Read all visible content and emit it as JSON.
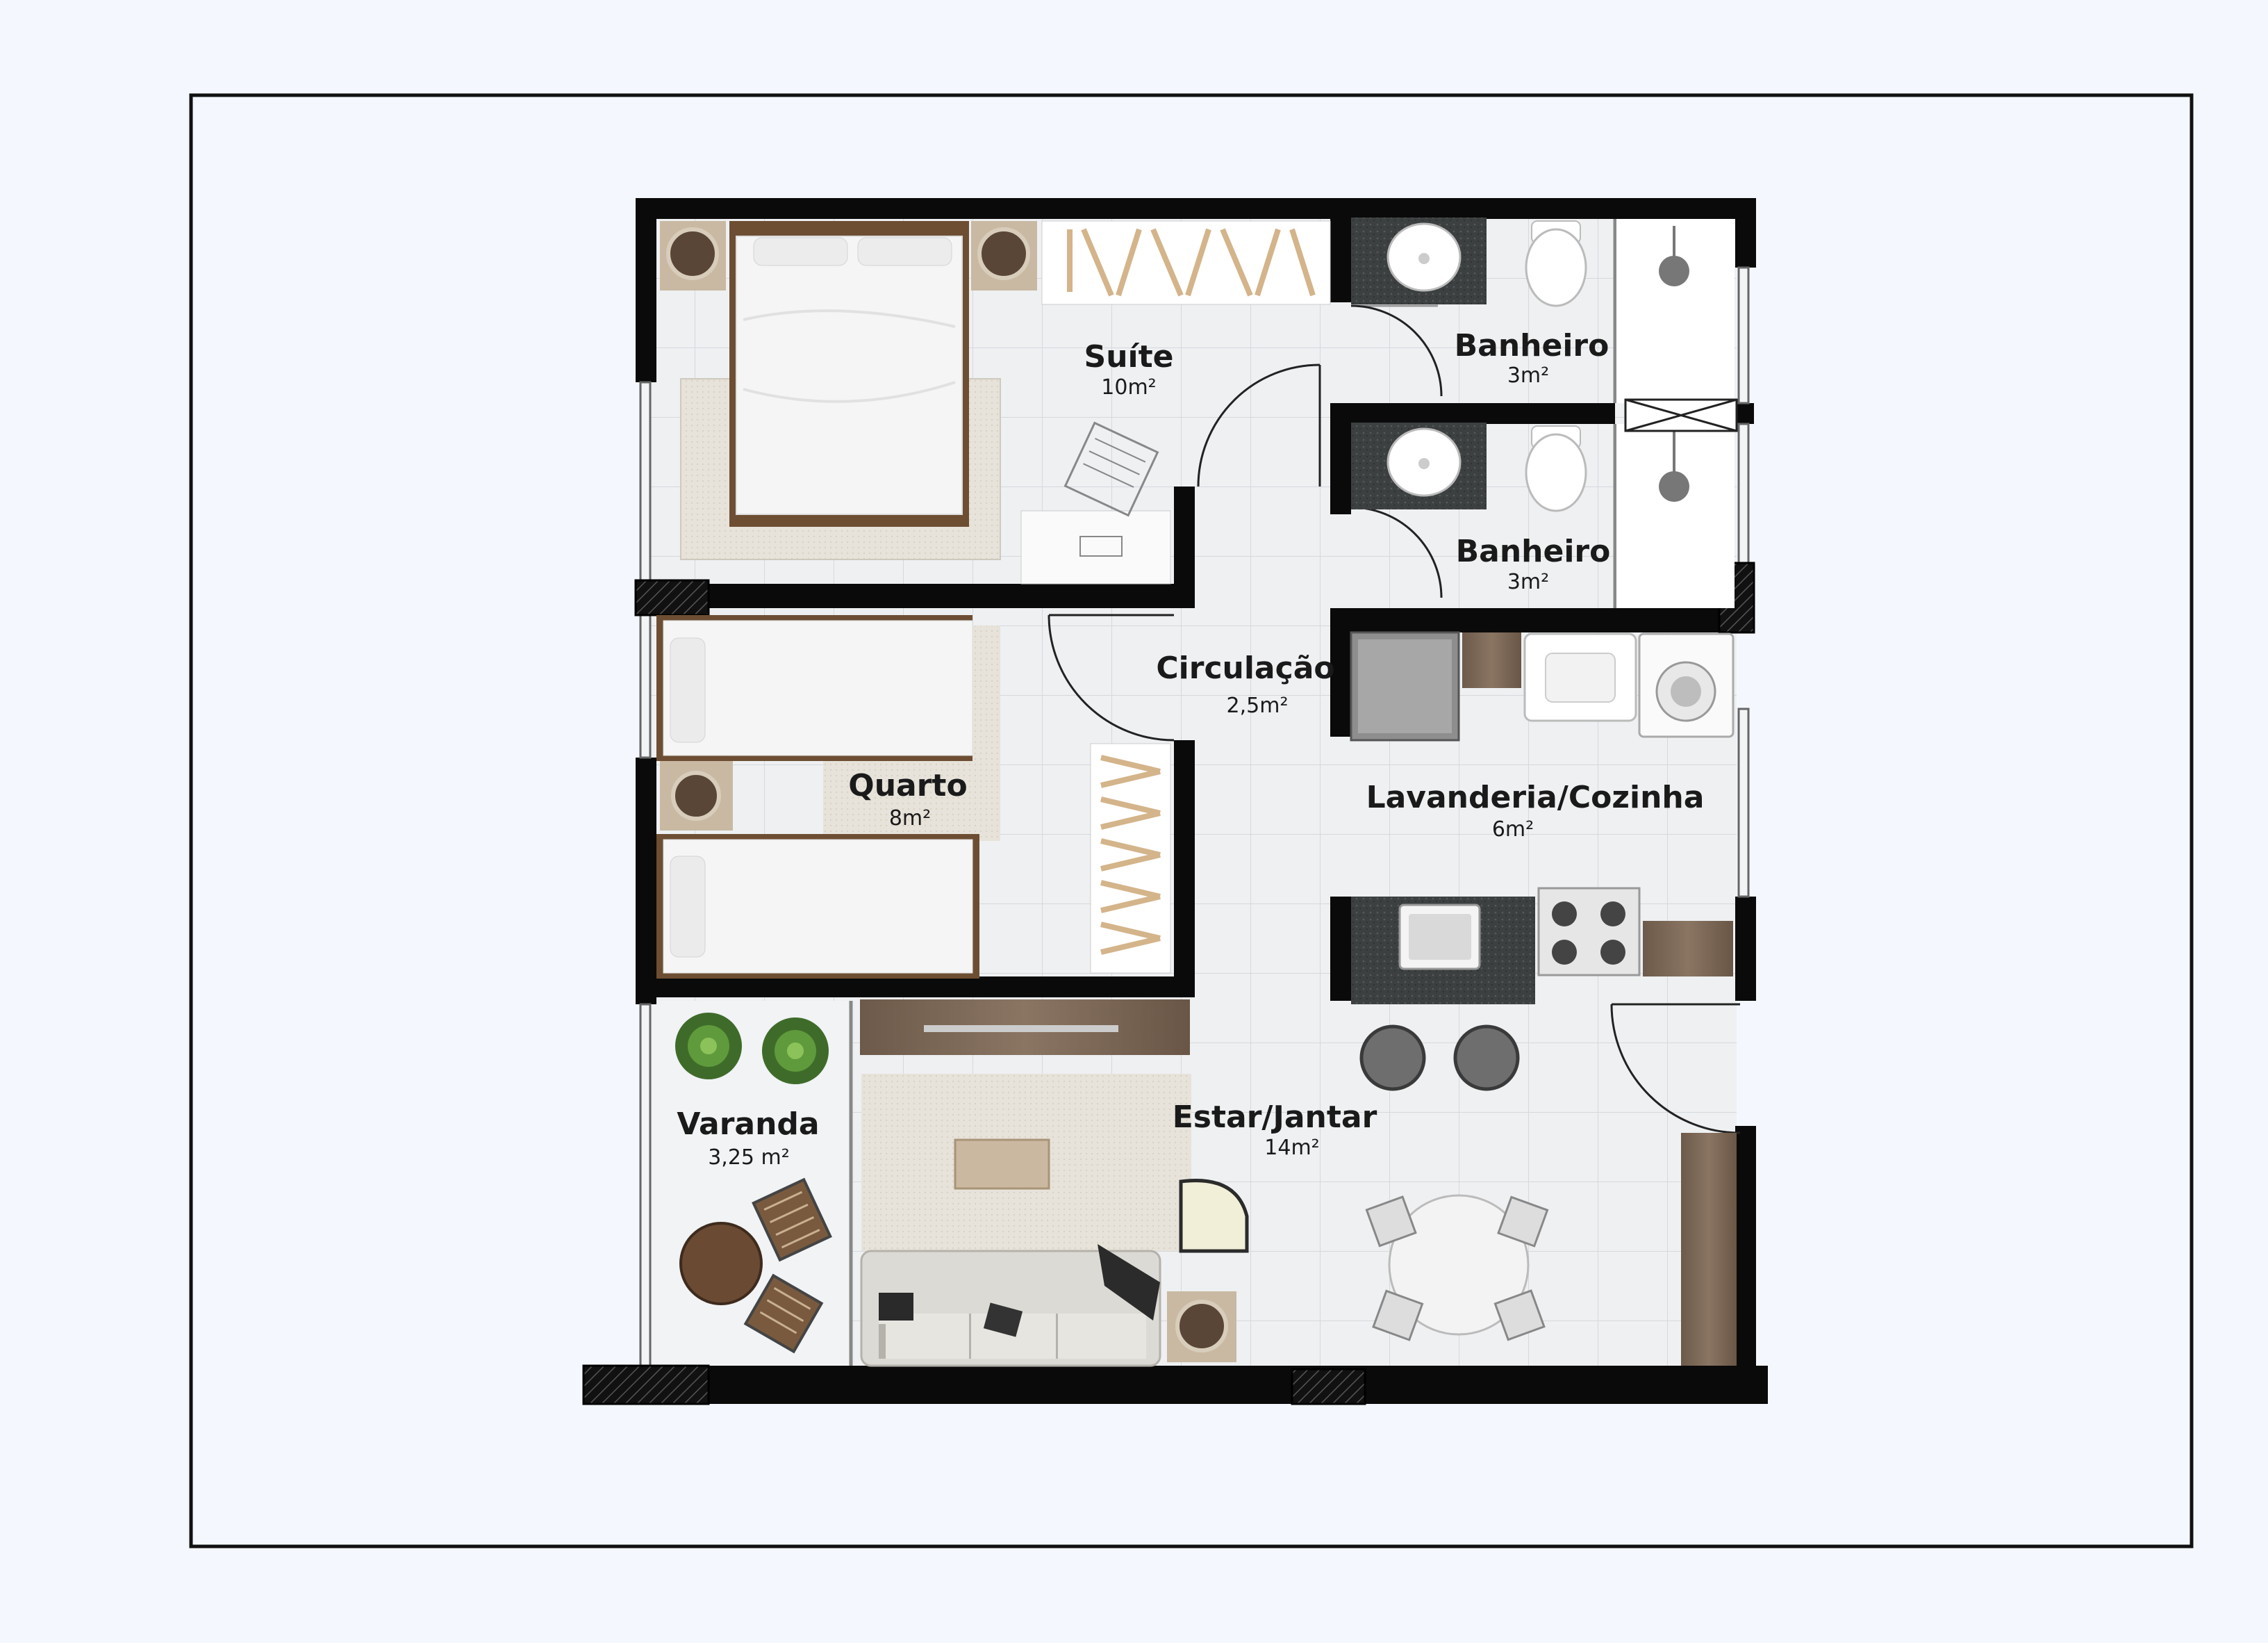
{
  "rooms": {
    "suite": {
      "name": "Suíte",
      "area": "10m²"
    },
    "banheiro_1": {
      "name": "Banheiro",
      "area": "3m²"
    },
    "banheiro_2": {
      "name": "Banheiro",
      "area": "3m²"
    },
    "circulacao": {
      "name": "Circulação",
      "area": "2,5m²"
    },
    "quarto": {
      "name": "Quarto",
      "area": "8m²"
    },
    "lavanderia_cozinha": {
      "name": "Lavanderia/Cozinha",
      "area": "6m²"
    },
    "varanda": {
      "name": "Varanda",
      "area": "3,25 m²"
    },
    "estar_jantar": {
      "name": "Estar/Jantar",
      "area": "14m²"
    }
  },
  "colors": {
    "background": "#f4f8fe",
    "frame": "#111111",
    "wall": "#0a0a0a",
    "floor": "#eef0f2",
    "tile_line": "#d6d9dc",
    "wood": "#7a5a3e",
    "granite": "#3a3d3e",
    "linen": "#f2f2f2"
  }
}
